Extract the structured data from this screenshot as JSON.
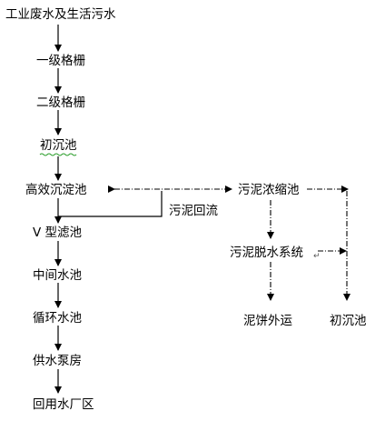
{
  "nodes": {
    "n1": "工业废水及生活污水",
    "n2": "一级格栅",
    "n3": "二级格栅",
    "n4": "初沉池",
    "n5": "高效沉淀池",
    "n6": "V 型滤池",
    "n7": "中间水池",
    "n8": "循环水池",
    "n9": "供水泵房",
    "n10": "回用水厂区",
    "s1": "污泥浓缩池",
    "s2": "污泥脱水系统",
    "s3": "泥饼外运",
    "s4": "初沉池"
  },
  "edge_labels": {
    "return": "污泥回流"
  },
  "colors": {
    "line": "#000000",
    "spellcheck": "#2a9d2a"
  }
}
